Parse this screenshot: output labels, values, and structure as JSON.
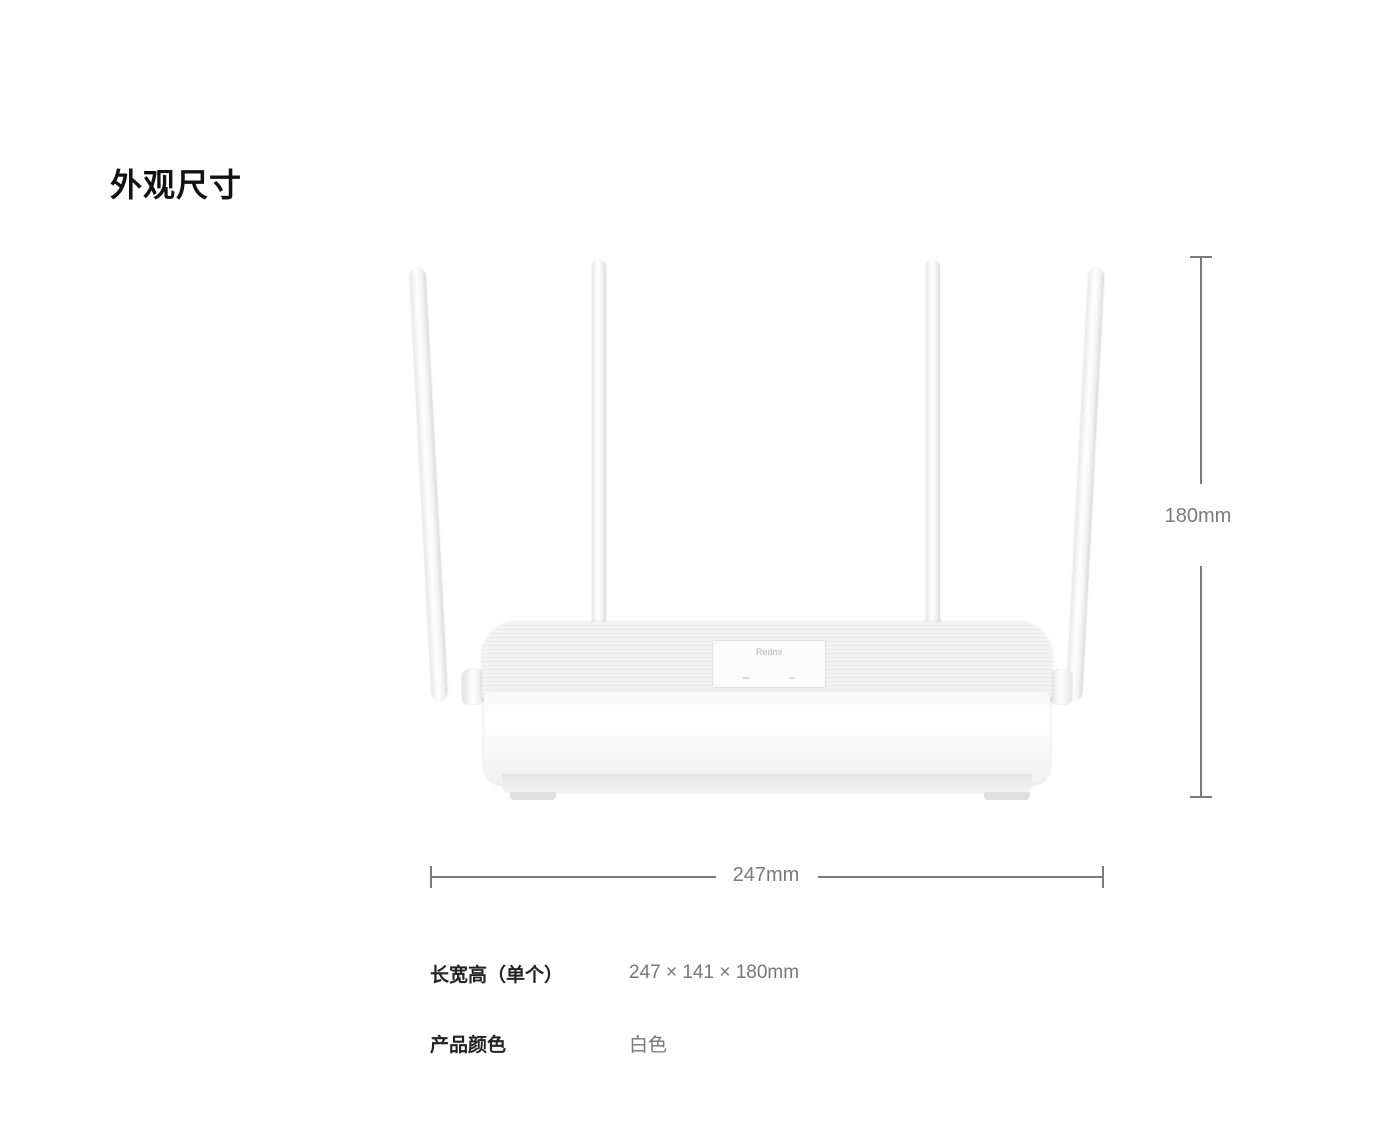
{
  "section": {
    "title": "外观尺寸"
  },
  "product": {
    "logo_text": "Redmi"
  },
  "dimensions": {
    "height_label": "180mm",
    "width_label": "247mm"
  },
  "specs": [
    {
      "label": "长宽高（单个）",
      "value": "247 × 141 × 180mm"
    },
    {
      "label": "产品颜色",
      "value": "白色"
    }
  ],
  "colors": {
    "dimension_line": "#7a7a7a",
    "title_text": "#111111",
    "spec_value_text": "#777777"
  }
}
